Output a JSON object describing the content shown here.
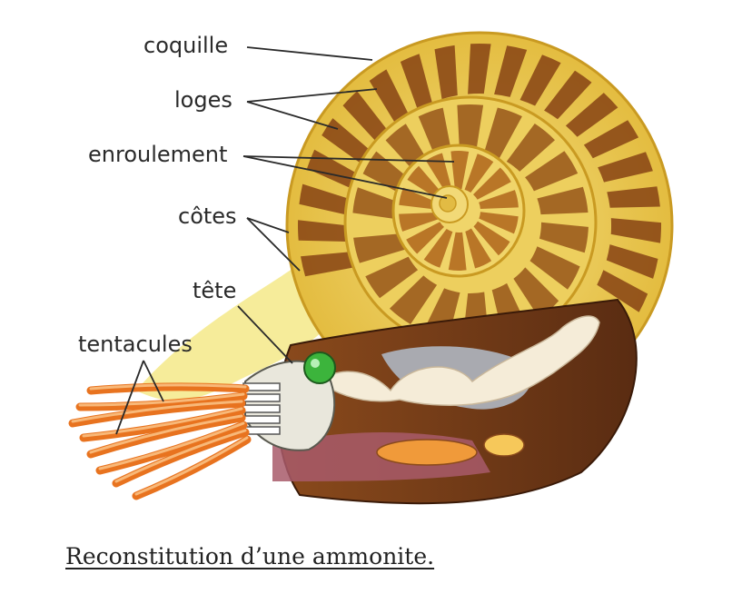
{
  "labels": {
    "coquille": "coquille",
    "loges": "loges",
    "enroulement": "enroulement",
    "cotes": "côtes",
    "tete": "tête",
    "tentacules": "tentacules"
  },
  "caption": "Reconstitution d’une ammonite.",
  "colors": {
    "shell_outer": "#e8c64a",
    "shell_light": "#f2d977",
    "chamber_dark": "#7a3f12",
    "chamber_mid": "#b0691e",
    "body_brown": "#5a2c12",
    "tentacle": "#f08a2a",
    "eye": "#3cb43c",
    "gray_organ": "#a9aab0",
    "pale_yellow": "#f6ec9a"
  }
}
